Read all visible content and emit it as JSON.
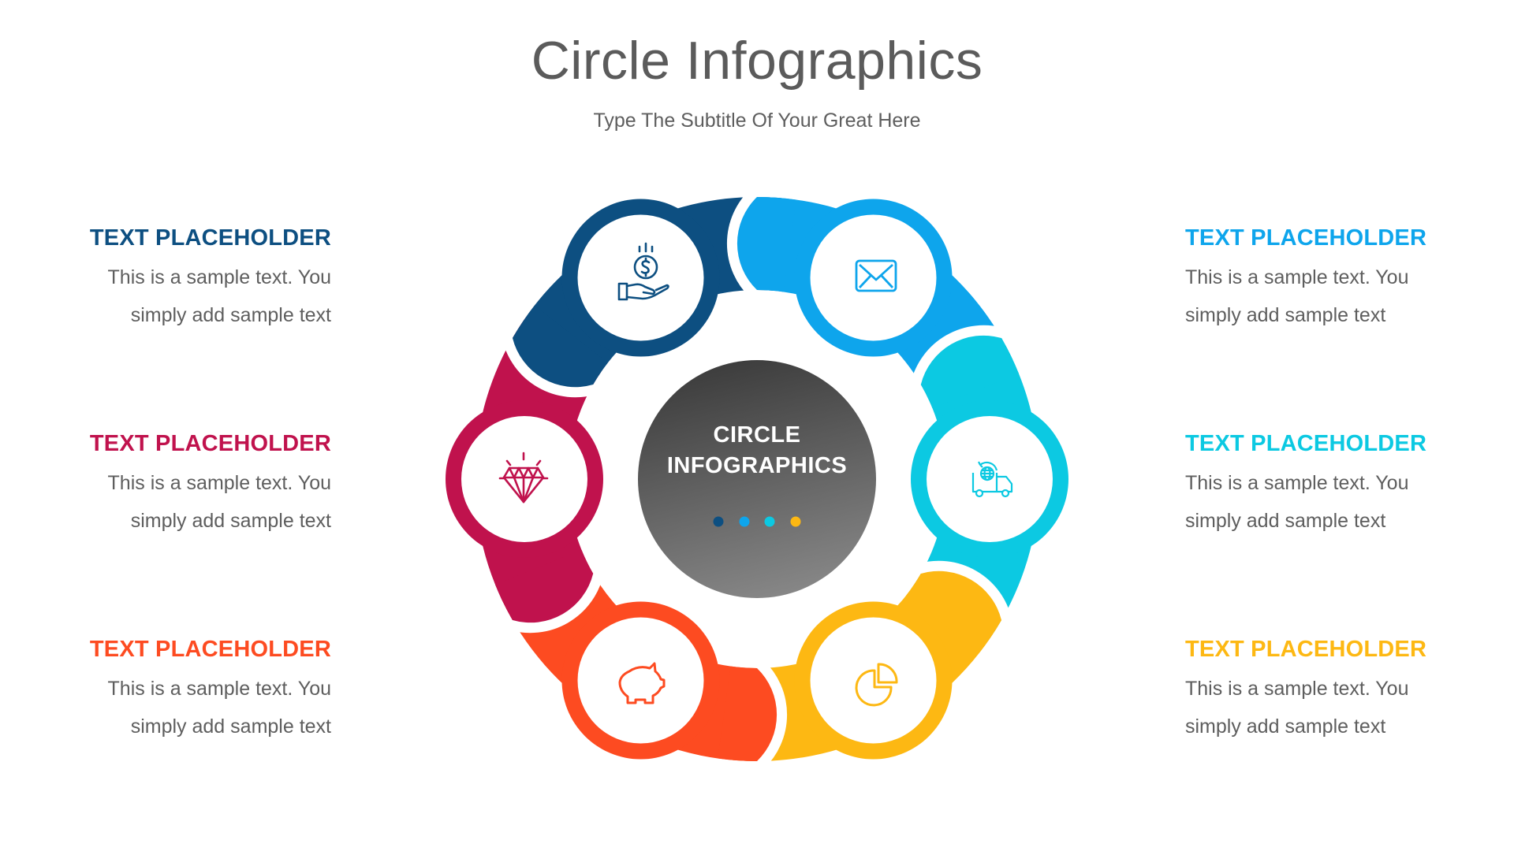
{
  "header": {
    "title": "Circle Infographics",
    "subtitle": "Type The Subtitle Of Your Great Here"
  },
  "center": {
    "line1": "CIRCLE",
    "line2": "INFOGRAPHICS",
    "dot_colors": [
      "#0d4f81",
      "#0ea5ec",
      "#0cc9e2",
      "#fdb813"
    ],
    "gradient": [
      "#3c3c3c",
      "#878787"
    ]
  },
  "items": [
    {
      "position": "left-top",
      "title": "TEXT PLACEHOLDER",
      "line1": "This is a sample text. You",
      "line2": "simply add sample text",
      "color": "#0d4f81",
      "icon": "money-hand-icon"
    },
    {
      "position": "left-middle",
      "title": "TEXT PLACEHOLDER",
      "line1": "This is a sample text. You",
      "line2": "simply add sample text",
      "color": "#c0124d",
      "icon": "diamond-icon"
    },
    {
      "position": "left-bottom",
      "title": "TEXT PLACEHOLDER",
      "line1": "This is a sample text. You",
      "line2": "simply add sample text",
      "color": "#fd4b21",
      "icon": "piggy-bank-icon"
    },
    {
      "position": "right-top",
      "title": "TEXT PLACEHOLDER",
      "line1": "This is a sample text. You",
      "line2": "simply add sample text",
      "color": "#0ea5ec",
      "icon": "envelope-icon"
    },
    {
      "position": "right-middle",
      "title": "TEXT PLACEHOLDER",
      "line1": "This is a sample text. You",
      "line2": "simply add sample text",
      "color": "#0cc9e2",
      "icon": "global-delivery-truck-icon"
    },
    {
      "position": "right-bottom",
      "title": "TEXT PLACEHOLDER",
      "line1": "This is a sample text. You",
      "line2": "simply add sample text",
      "color": "#fdb813",
      "icon": "pie-chart-icon"
    }
  ]
}
